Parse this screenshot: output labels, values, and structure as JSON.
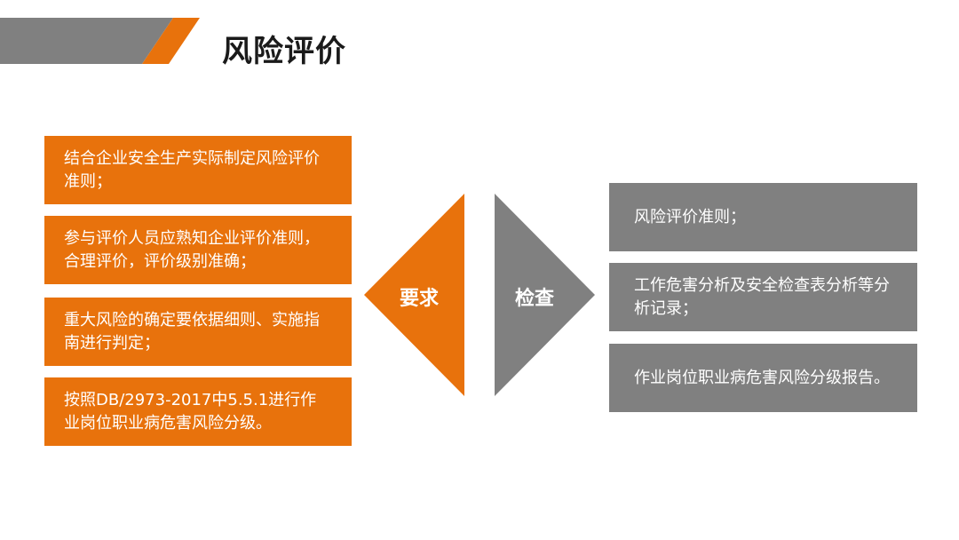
{
  "header": {
    "title": "风险评价",
    "colors": {
      "gray_band": "#808080",
      "orange_accent": "#e8720c"
    }
  },
  "requirements": {
    "label": "要求",
    "items": [
      "结合企业安全生产实际制定风险评价准则；",
      "参与评价人员应熟知企业评价准则，合理评价，评价级别准确；",
      "重大风险的确定要依据细则、实施指南进行判定；",
      "按照DB/2973-2017中5.5.1进行作业岗位职业病危害风险分级。"
    ],
    "color": "#e8720c"
  },
  "inspection": {
    "label": "检查",
    "items": [
      "风险评价准则；",
      "工作危害分析及安全检查表分析等分析记录；",
      "作业岗位职业病危害风险分级报告。"
    ],
    "color": "#808080"
  }
}
